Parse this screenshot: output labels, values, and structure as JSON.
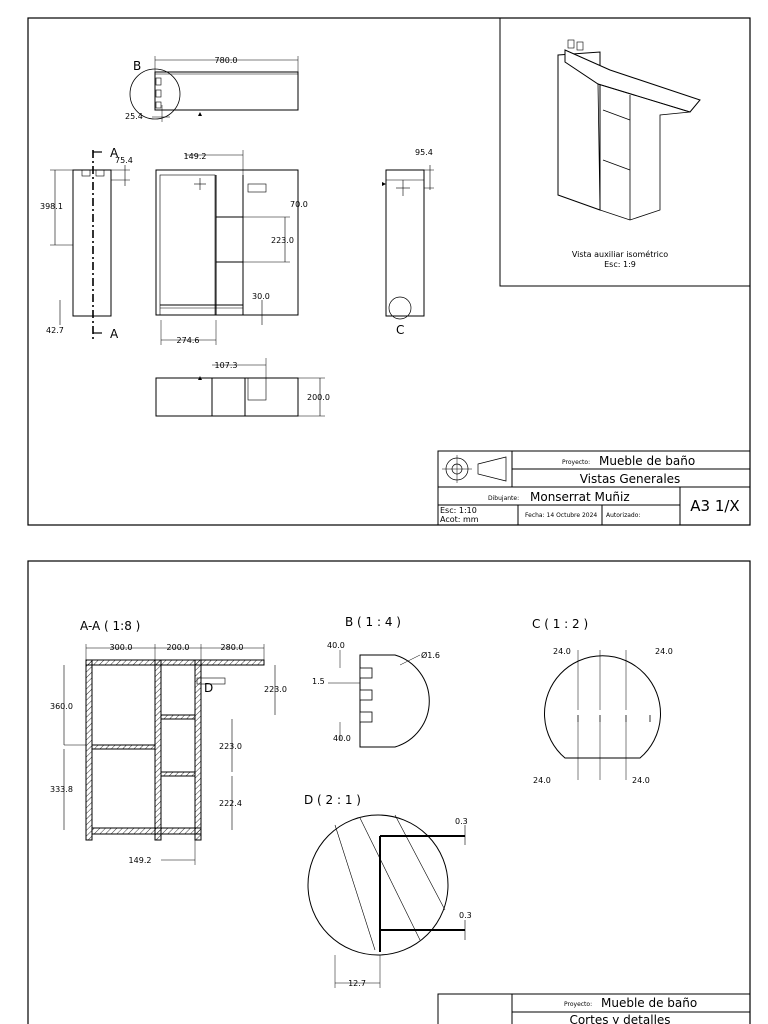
{
  "sheet1": {
    "dims": {
      "top_width": "780.0",
      "top_small": "25.4",
      "detail_b_label": "B",
      "side_height": "398.1",
      "side_top": "75.4",
      "side_bottom": "42.7",
      "section_a_top": "A",
      "section_a_bottom": "A",
      "front_width": "149.2",
      "front_70": "70.0",
      "front_223": "223.0",
      "front_30": "30.0",
      "front_274": "274.6",
      "right_95": "95.4",
      "detail_c_label": "C",
      "bottom_107": "107.3",
      "bottom_200": "200.0"
    },
    "iso": {
      "caption1": "Vista auxiliar isométrico",
      "caption2": "Esc: 1:9"
    },
    "titleblock": {
      "proyecto_label": "Proyecto:",
      "proyecto_value": "Mueble de baño",
      "sheet_title": "Vistas Generales",
      "dibujante_label": "Dibujante:",
      "dibujante_value": "Monserrat Muñiz",
      "sheet_no": "A3 1/X",
      "escala": "Esc: 1:10",
      "acot": "Acot: mm",
      "fecha": "Fecha: 14 Octubre 2024",
      "autorizado": "Autorizado:"
    }
  },
  "sheet2": {
    "views": {
      "aa_title": "A-A ( 1:8 )",
      "b_title": "B ( 1 : 4 )",
      "c_title": "C ( 1 : 2 )",
      "d_title": "D ( 2 : 1 )"
    },
    "aa_dims": {
      "d300": "300.0",
      "d200": "200.0",
      "d280": "280.0",
      "d360": "360.0",
      "d223a": "223.0",
      "d223b": "223.0",
      "d333": "333.8",
      "d222": "222.4",
      "d149": "149.2",
      "marker_d": "D"
    },
    "b_dims": {
      "d40a": "40.0",
      "d15": "1.5",
      "d40b": "40.0",
      "dia": "Ø1.6"
    },
    "c_dims": {
      "tl": "24.0",
      "tr": "24.0",
      "bl": "24.0",
      "br": "24.0"
    },
    "d_dims": {
      "t03a": "0.3",
      "t03b": "0.3",
      "w127": "12.7"
    },
    "titleblock": {
      "proyecto_label": "Proyecto:",
      "proyecto_value": "Mueble de baño",
      "sheet_title": "Cortes y detalles"
    }
  }
}
